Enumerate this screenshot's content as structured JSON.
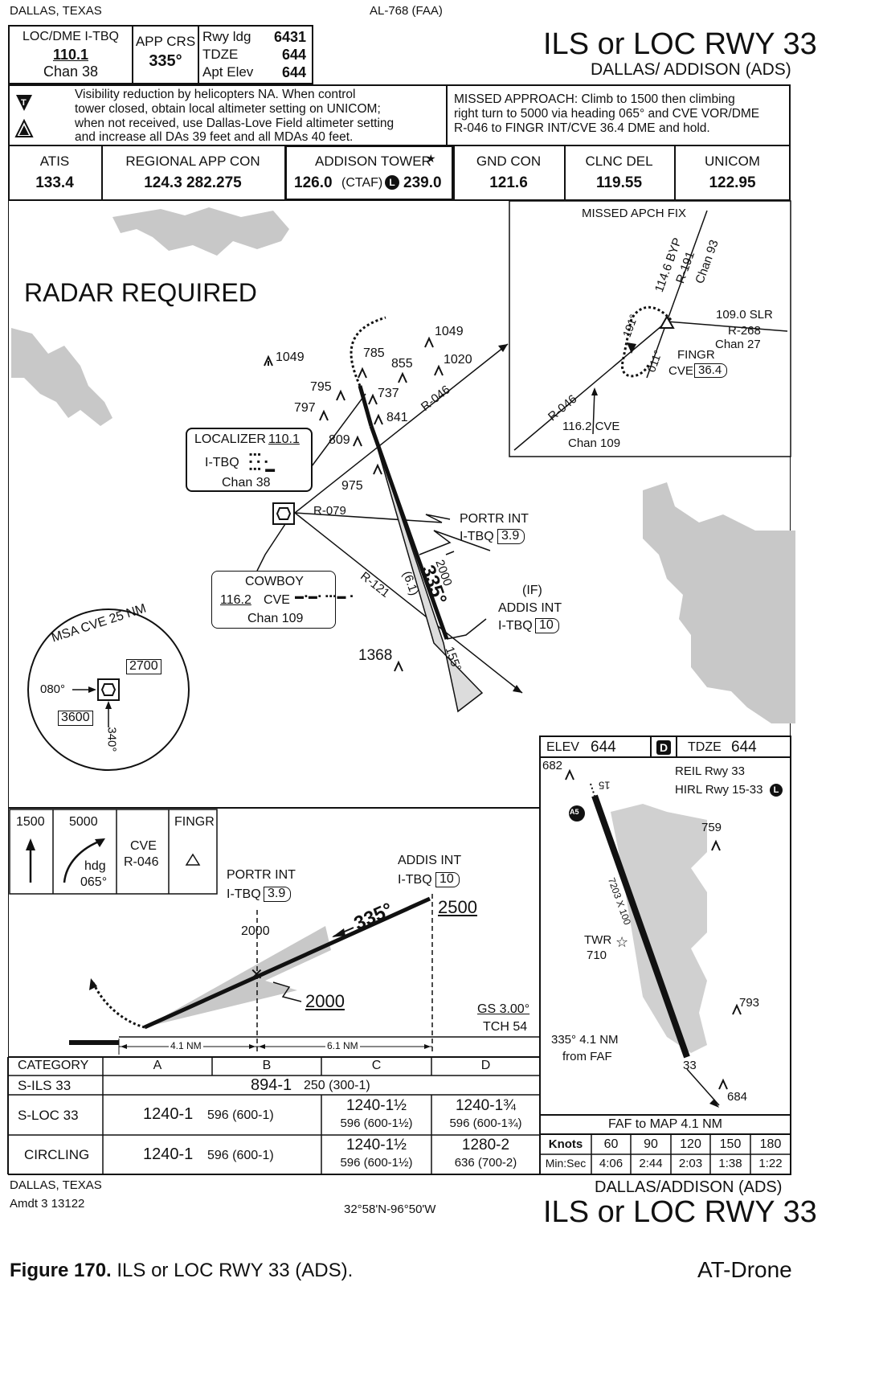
{
  "header": {
    "location_left": "DALLAS, TEXAS",
    "chart_id": "AL-768 (FAA)",
    "title": "ILS or LOC RWY 33",
    "airport": "DALLAS/ ADDISON (ADS)"
  },
  "info_box": {
    "loc_label": "LOC/DME I-TBQ",
    "loc_freq": "110.1",
    "loc_chan": "Chan 38",
    "app_crs_label": "APP CRS",
    "app_crs_value": "335°",
    "rwy_ldg_label": "Rwy ldg",
    "rwy_ldg_value": "6431",
    "tdze_label": "TDZE",
    "tdze_value": "644",
    "apt_elev_label": "Apt Elev",
    "apt_elev_value": "644"
  },
  "notes": {
    "line1": "Visibility reduction by helicopters NA.  When control",
    "line2": "tower closed, obtain local altimeter setting on UNICOM;",
    "line3": "when not received, use Dallas-Love Field altimeter setting",
    "line4": "and increase all DAs 39 feet and all MDAs 40 feet.",
    "missed1": "MISSED APPROACH: Climb to 1500 then climbing",
    "missed2": "right turn to 5000 via heading 065° and CVE VOR/DME",
    "missed3": "R-046 to FINGR INT/CVE 36.4 DME and hold."
  },
  "comms": [
    {
      "label": "ATIS",
      "value": "133.4"
    },
    {
      "label": "REGIONAL APP CON",
      "value": "124.3  282.275"
    },
    {
      "label": "ADDISON TOWER",
      "value": "126.0",
      "value_mid": "(CTAF)",
      "value_end": "239.0"
    },
    {
      "label": "GND CON",
      "value": "121.6"
    },
    {
      "label": "CLNC DEL",
      "value": "119.55"
    },
    {
      "label": "UNICOM",
      "value": "122.95"
    }
  ],
  "plan": {
    "radar": "RADAR REQUIRED",
    "obstacles": [
      "1049",
      "785",
      "855",
      "1049",
      "1020",
      "795",
      "737",
      "797",
      "841",
      "809",
      "975",
      "1368"
    ],
    "radial_046": "R-046",
    "radial_079": "R-079",
    "radial_121": "R-121",
    "localizer_label": "LOCALIZER",
    "localizer_freq": "110.1",
    "localizer_id": "I-TBQ",
    "localizer_chan": "Chan  38",
    "cowboy_name": "COWBOY",
    "cowboy_freq": "116.2",
    "cowboy_id": "CVE",
    "cowboy_chan": "Chan 109",
    "portr_name": "PORTR INT",
    "portr_id": "I-TBQ",
    "portr_dme": "3.9",
    "if_label": "(IF)",
    "addis_name": "ADDIS INT",
    "addis_id": "I-TBQ",
    "addis_dme": "10",
    "course": "335°",
    "course_alt": "2000",
    "course_dist": "(6.1)",
    "recip": "155°",
    "msa_label": "MSA CVE 25 NM",
    "msa_alt1": "2700",
    "msa_alt2": "3600",
    "msa_brg1": "080°",
    "msa_brg2": "340°"
  },
  "inset": {
    "title": "MISSED APCH FIX",
    "byp_freq": "114.6 BYP",
    "byp_radial": "R-191",
    "byp_chan": "Chan 93",
    "slr_freq": "109.0 SLR",
    "slr_radial": "R-268",
    "slr_chan": "Chan 27",
    "fingr": "FINGR",
    "fingr_cve": "CVE",
    "fingr_dme": "36.4",
    "radial": "R-046",
    "cve_freq": "116.2 CVE",
    "cve_chan": "Chan 109",
    "hold_in": "191°",
    "hold_out": "011°"
  },
  "profile": {
    "icon1_alt": "1500",
    "icon2_alt": "5000",
    "icon2_hdg": "hdg",
    "icon2_hdg_val": "065°",
    "icon3_a": "CVE",
    "icon3_b": "R-046",
    "icon4": "FINGR",
    "portr_name": "PORTR INT",
    "portr_id": "I-TBQ",
    "portr_dme": "3.9",
    "addis_name": "ADDIS INT",
    "addis_id": "I-TBQ",
    "addis_dme": "10",
    "alt_2000_top": "2000",
    "alt_2500": "2500",
    "alt_2000": "2000",
    "course": "335°",
    "gs": "GS 3.00°",
    "tch": "TCH 54",
    "dist1": "4.1 NM",
    "dist2": "6.1 NM"
  },
  "minimums": {
    "headers": [
      "CATEGORY",
      "A",
      "B",
      "C",
      "D"
    ],
    "sils_label": "S-ILS 33",
    "sils_value": "894-1",
    "sils_hat": "250 (300-1)",
    "sloc_label": "S-LOC 33",
    "sloc_ab": "1240-1",
    "sloc_ab_hat": "596 (600-1)",
    "sloc_c": "1240-1½",
    "sloc_c_hat": "596 (600-1½)",
    "sloc_d": "1240-1¾",
    "sloc_d_hat": "596 (600-1¾)",
    "circ_label": "CIRCLING",
    "circ_ab": "1240-1",
    "circ_ab_hat": "596 (600-1)",
    "circ_c": "1240-1½",
    "circ_c_hat": "596 (600-1½)",
    "circ_d": "1280-2",
    "circ_d_hat": "636 (700-2)"
  },
  "airport_diagram": {
    "elev_label": "ELEV",
    "elev_value": "644",
    "d_badge": "D",
    "tdze_label": "TDZE",
    "tdze_value": "644",
    "reil": "REIL Rwy 33",
    "hirl": "HIRL Rwy 15-33",
    "obst1": "682",
    "obst2": "759",
    "obst3": "793",
    "obst4": "684",
    "rwy_dims": "7203 X 100",
    "rwy15": "15",
    "rwy33": "33",
    "twr": "TWR",
    "twr_elev": "710",
    "faf_note1": "335° 4.1 NM",
    "faf_note2": "from FAF",
    "a5": "A5"
  },
  "timing": {
    "title": "FAF to MAP  4.1 NM",
    "knots_label": "Knots",
    "knots": [
      "60",
      "90",
      "120",
      "150",
      "180"
    ],
    "minsec_label": "Min:Sec",
    "times": [
      "4:06",
      "2:44",
      "2:03",
      "1:38",
      "1:22"
    ]
  },
  "footer": {
    "location_left": "DALLAS, TEXAS",
    "amdt": "Amdt 3  13122",
    "coords": "32°58'N-96°50'W",
    "airport": "DALLAS/ADDISON (ADS)",
    "title": "ILS or LOC RWY 33"
  },
  "caption": {
    "figure": "Figure 170.",
    "text": " ILS or LOC RWY 33 (ADS).",
    "right": "AT-Drone"
  }
}
